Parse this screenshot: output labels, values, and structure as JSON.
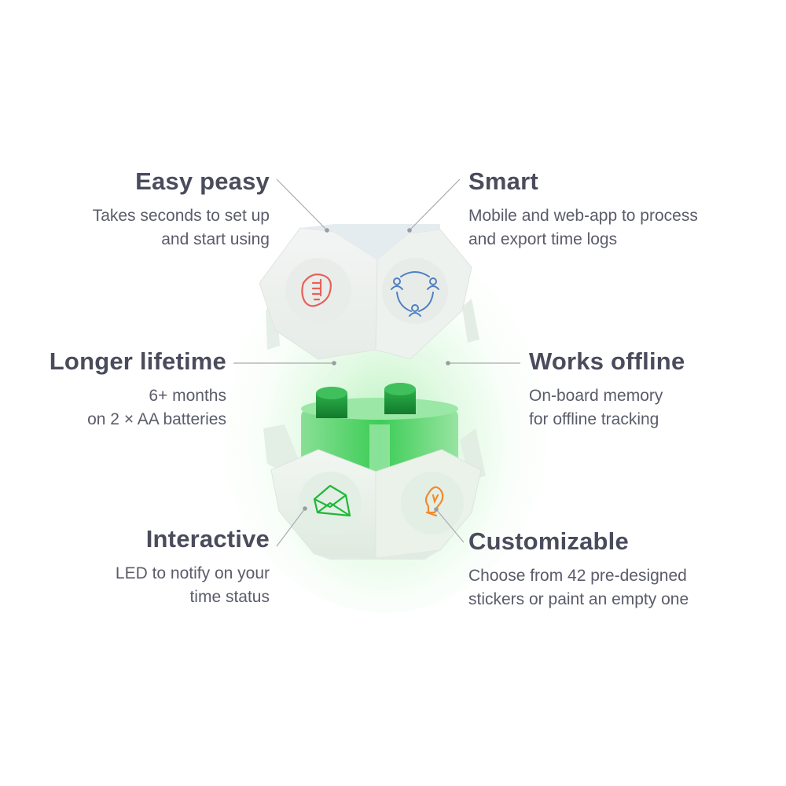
{
  "features": {
    "easy_peasy": {
      "title": "Easy peasy",
      "desc_line1": "Takes seconds to set up",
      "desc_line2": "and start using"
    },
    "smart": {
      "title": "Smart",
      "desc_line1": "Mobile and web-app to process",
      "desc_line2": "and export time logs"
    },
    "longer_lifetime": {
      "title": "Longer lifetime",
      "desc_line1": "6+ months",
      "desc_line2": "on 2 × AA batteries"
    },
    "works_offline": {
      "title": "Works offline",
      "desc_line1": "On-board memory",
      "desc_line2": "for offline tracking"
    },
    "interactive": {
      "title": "Interactive",
      "desc_line1": "LED to notify on your",
      "desc_line2": "time status"
    },
    "customizable": {
      "title": "Customizable",
      "desc_line1": "Choose from 42 pre-designed",
      "desc_line2": "stickers or paint an empty one"
    }
  },
  "device": {
    "stickers": [
      "fist-bump-icon",
      "people-network-icon",
      "envelope-icon",
      "lightbulb-icon"
    ],
    "colors": {
      "fist": "#e8605a",
      "network": "#4f7fc4",
      "envelope": "#1fb83a",
      "bulb": "#f28a2e",
      "battery": "#1fa83a"
    }
  }
}
